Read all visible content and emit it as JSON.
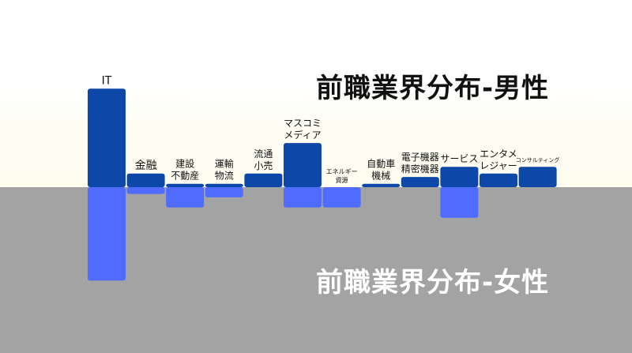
{
  "chart_data": {
    "type": "bar",
    "layout": "mirrored-vertical",
    "categories": [
      [
        "IT"
      ],
      [
        "金融"
      ],
      [
        "建設",
        "不動産"
      ],
      [
        "運輸",
        "物流"
      ],
      [
        "流通",
        "小売"
      ],
      [
        "マスコミ",
        "メディア"
      ],
      [
        "エネルギー",
        "資源"
      ],
      [
        "自動車",
        "機械"
      ],
      [
        "電子機器",
        "精密機器"
      ],
      [
        "サービス"
      ],
      [
        "エンタメ",
        "レジャー"
      ],
      [
        "コンサルティング"
      ]
    ],
    "series": [
      {
        "name": "前職業界分布-男性",
        "direction": "up",
        "color": "#0d47a8",
        "values": [
          29,
          4,
          1,
          1,
          4,
          13,
          0,
          1,
          3,
          6,
          4,
          6
        ]
      },
      {
        "name": "前職業界分布-女性",
        "direction": "down",
        "color": "#4f6cff",
        "values": [
          27.5,
          2,
          6,
          3,
          0,
          6,
          6,
          0,
          0,
          9,
          0,
          0
        ]
      }
    ],
    "grid": false,
    "legend": "none"
  },
  "titles": {
    "male": "前職業界分布-男性",
    "female": "前職業界分布-女性"
  },
  "colors": {
    "male_bar": "#0d47a8",
    "female_bar": "#4f6cff",
    "bottom_panel": "#a3a3a3"
  }
}
